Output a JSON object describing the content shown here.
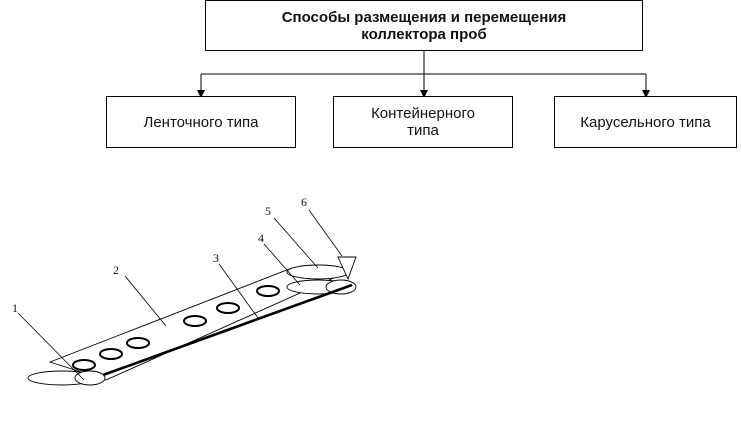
{
  "title": {
    "line1": "Способы размещения и перемещения",
    "line2": "коллектора проб"
  },
  "types": [
    {
      "label": "Ленточного типа"
    },
    {
      "label_line1": "Контейнерного",
      "label_line2": "типа"
    },
    {
      "label": "Карусельного типа"
    }
  ],
  "figure": {
    "labels": [
      "1",
      "2",
      "3",
      "4",
      "5",
      "6"
    ]
  }
}
